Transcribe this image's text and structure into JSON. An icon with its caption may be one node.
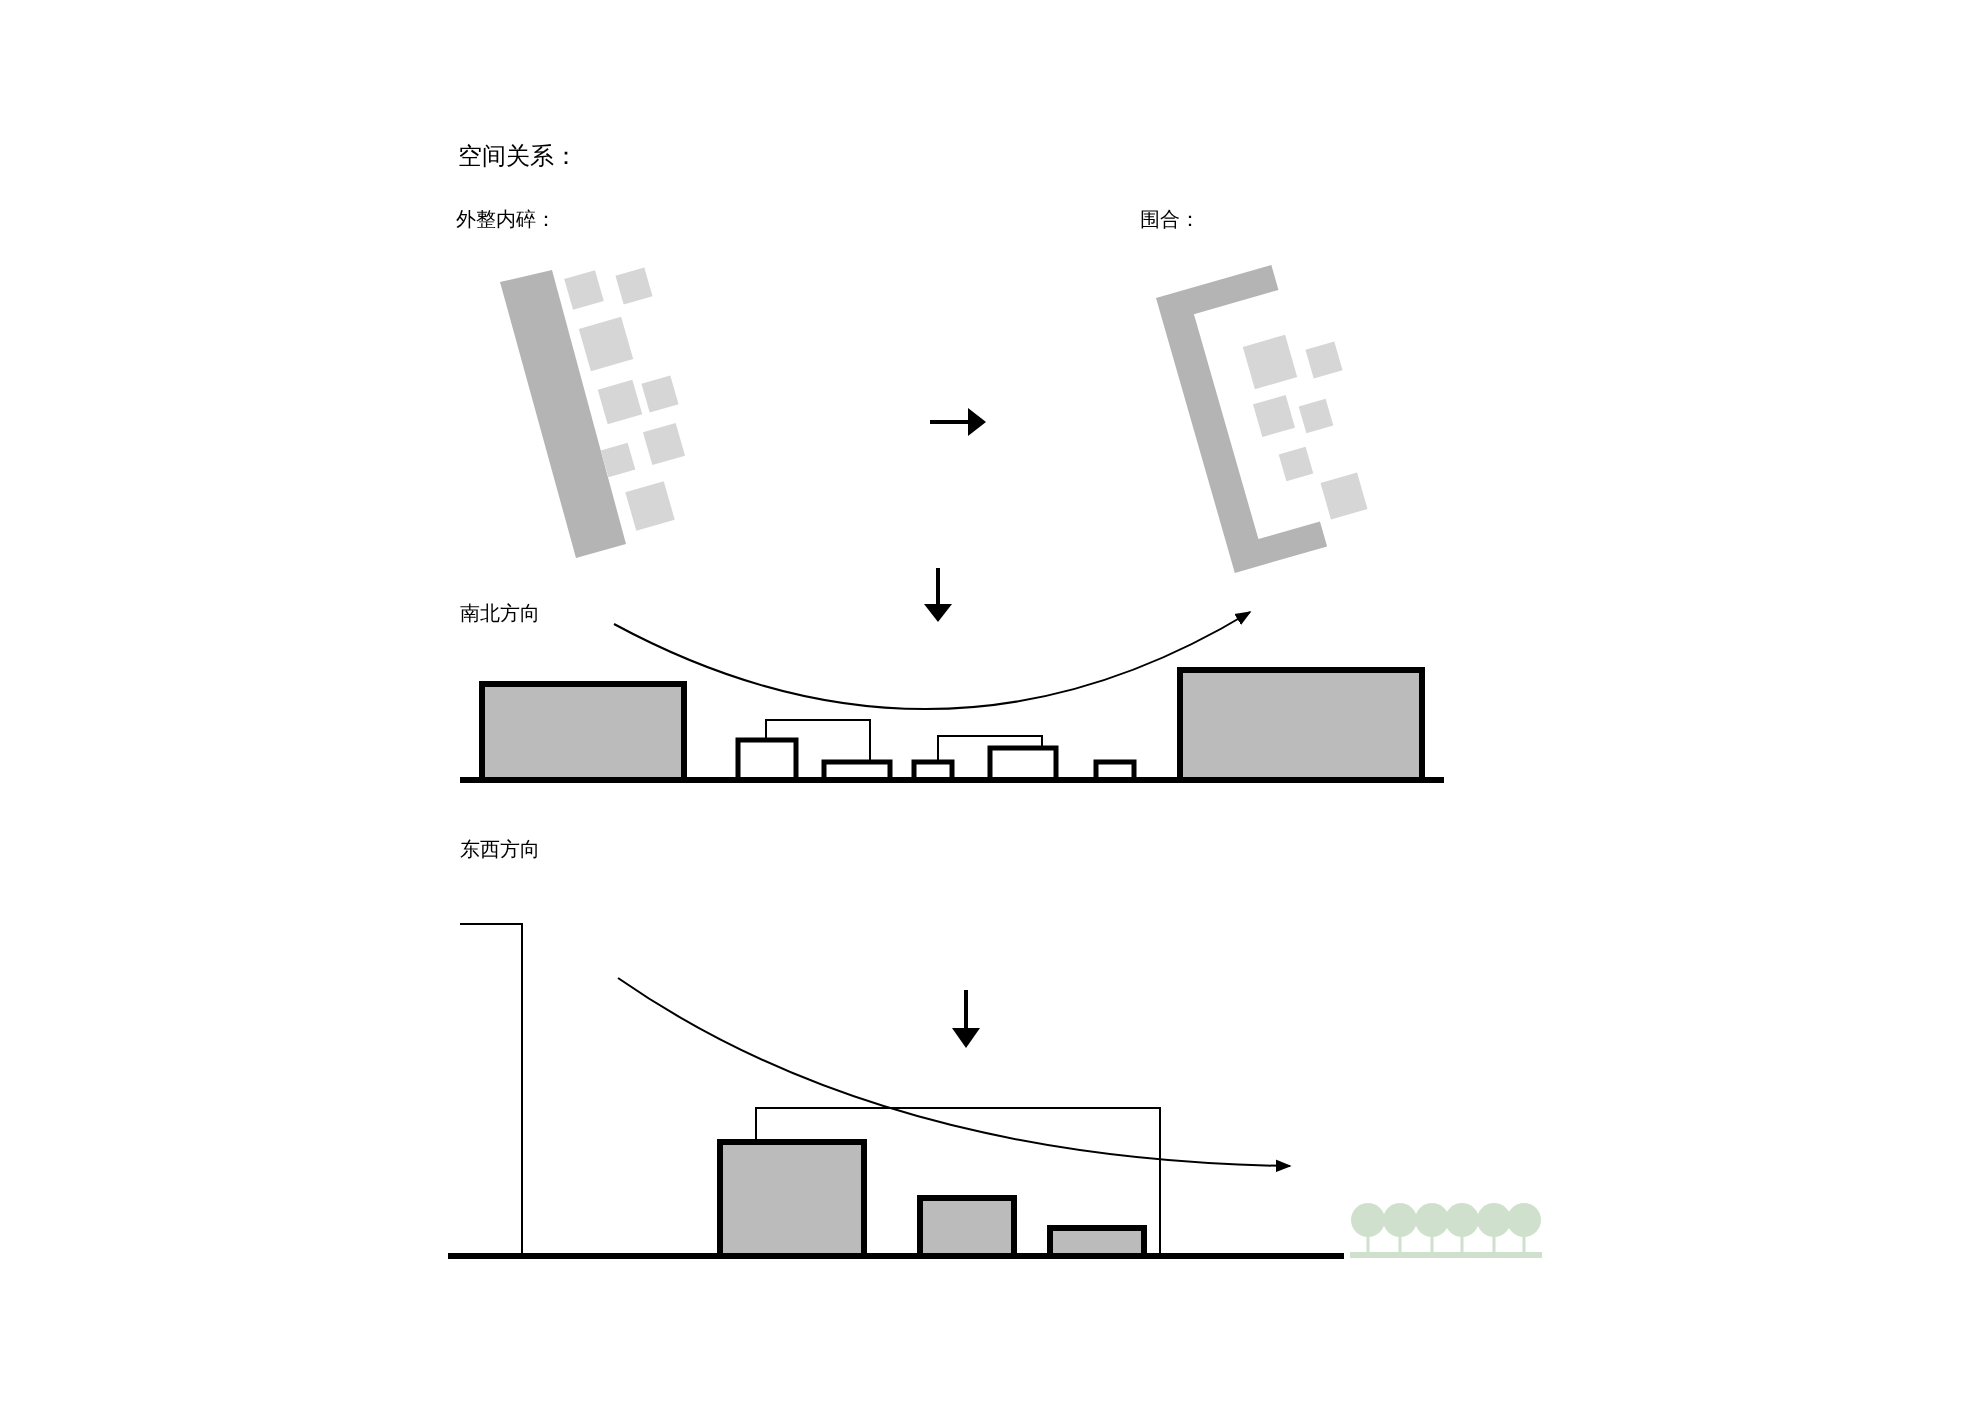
{
  "diagram": {
    "title": "空间关系：",
    "labels": [
      "外整内碎：",
      "围合：",
      "南北方向",
      "东西方向"
    ]
  }
}
